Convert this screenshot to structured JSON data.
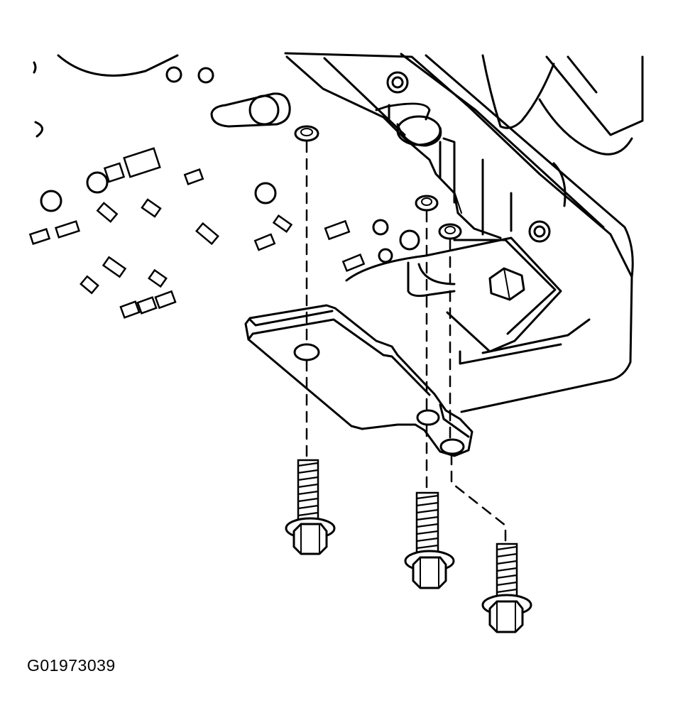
{
  "figure": {
    "id_label": "G01973039"
  },
  "parts": {
    "housing": "valve-body-housing",
    "bracket": "mounting-bracket",
    "bolts": [
      "bolt-left",
      "bolt-center",
      "bolt-right"
    ]
  }
}
